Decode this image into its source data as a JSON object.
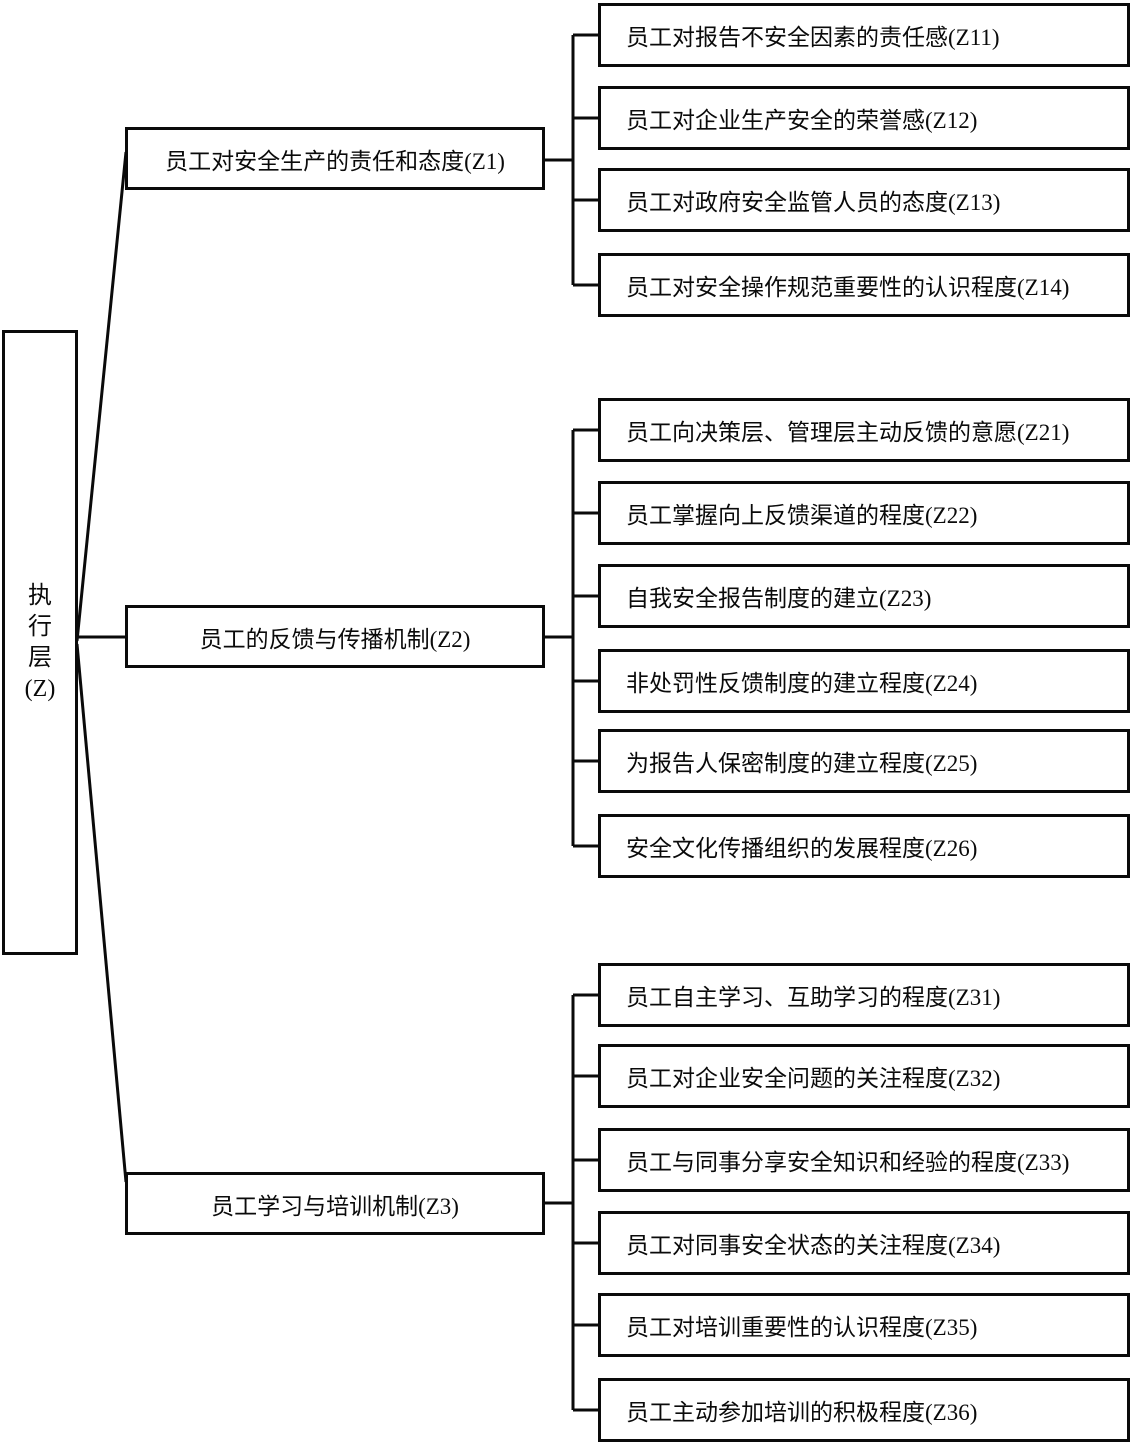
{
  "diagram": {
    "root": {
      "lines": [
        "执",
        "行",
        "层",
        "(Z)"
      ]
    },
    "groups": [
      {
        "parent": {
          "label": "员工对安全生产的责任和态度(Z1)"
        },
        "children": [
          {
            "label": "员工对报告不安全因素的责任感(Z11)"
          },
          {
            "label": "员工对企业生产安全的荣誉感(Z12)"
          },
          {
            "label": "员工对政府安全监管人员的态度(Z13)"
          },
          {
            "label": "员工对安全操作规范重要性的认识程度(Z14)"
          }
        ]
      },
      {
        "parent": {
          "label": "员工的反馈与传播机制(Z2)"
        },
        "children": [
          {
            "label": "员工向决策层、管理层主动反馈的意愿(Z21)"
          },
          {
            "label": "员工掌握向上反馈渠道的程度(Z22)"
          },
          {
            "label": "自我安全报告制度的建立(Z23)"
          },
          {
            "label": "非处罚性反馈制度的建立程度(Z24)"
          },
          {
            "label": "为报告人保密制度的建立程度(Z25)"
          },
          {
            "label": "安全文化传播组织的发展程度(Z26)"
          }
        ]
      },
      {
        "parent": {
          "label": "员工学习与培训机制(Z3)"
        },
        "children": [
          {
            "label": "员工自主学习、互助学习的程度(Z31)"
          },
          {
            "label": "员工对企业安全问题的关注程度(Z32)"
          },
          {
            "label": "员工与同事分享安全知识和经验的程度(Z33)"
          },
          {
            "label": "员工对同事安全状态的关注程度(Z34)"
          },
          {
            "label": "员工对培训重要性的认识程度(Z35)"
          },
          {
            "label": "员工主动参加培训的积极程度(Z36)"
          }
        ]
      }
    ]
  }
}
